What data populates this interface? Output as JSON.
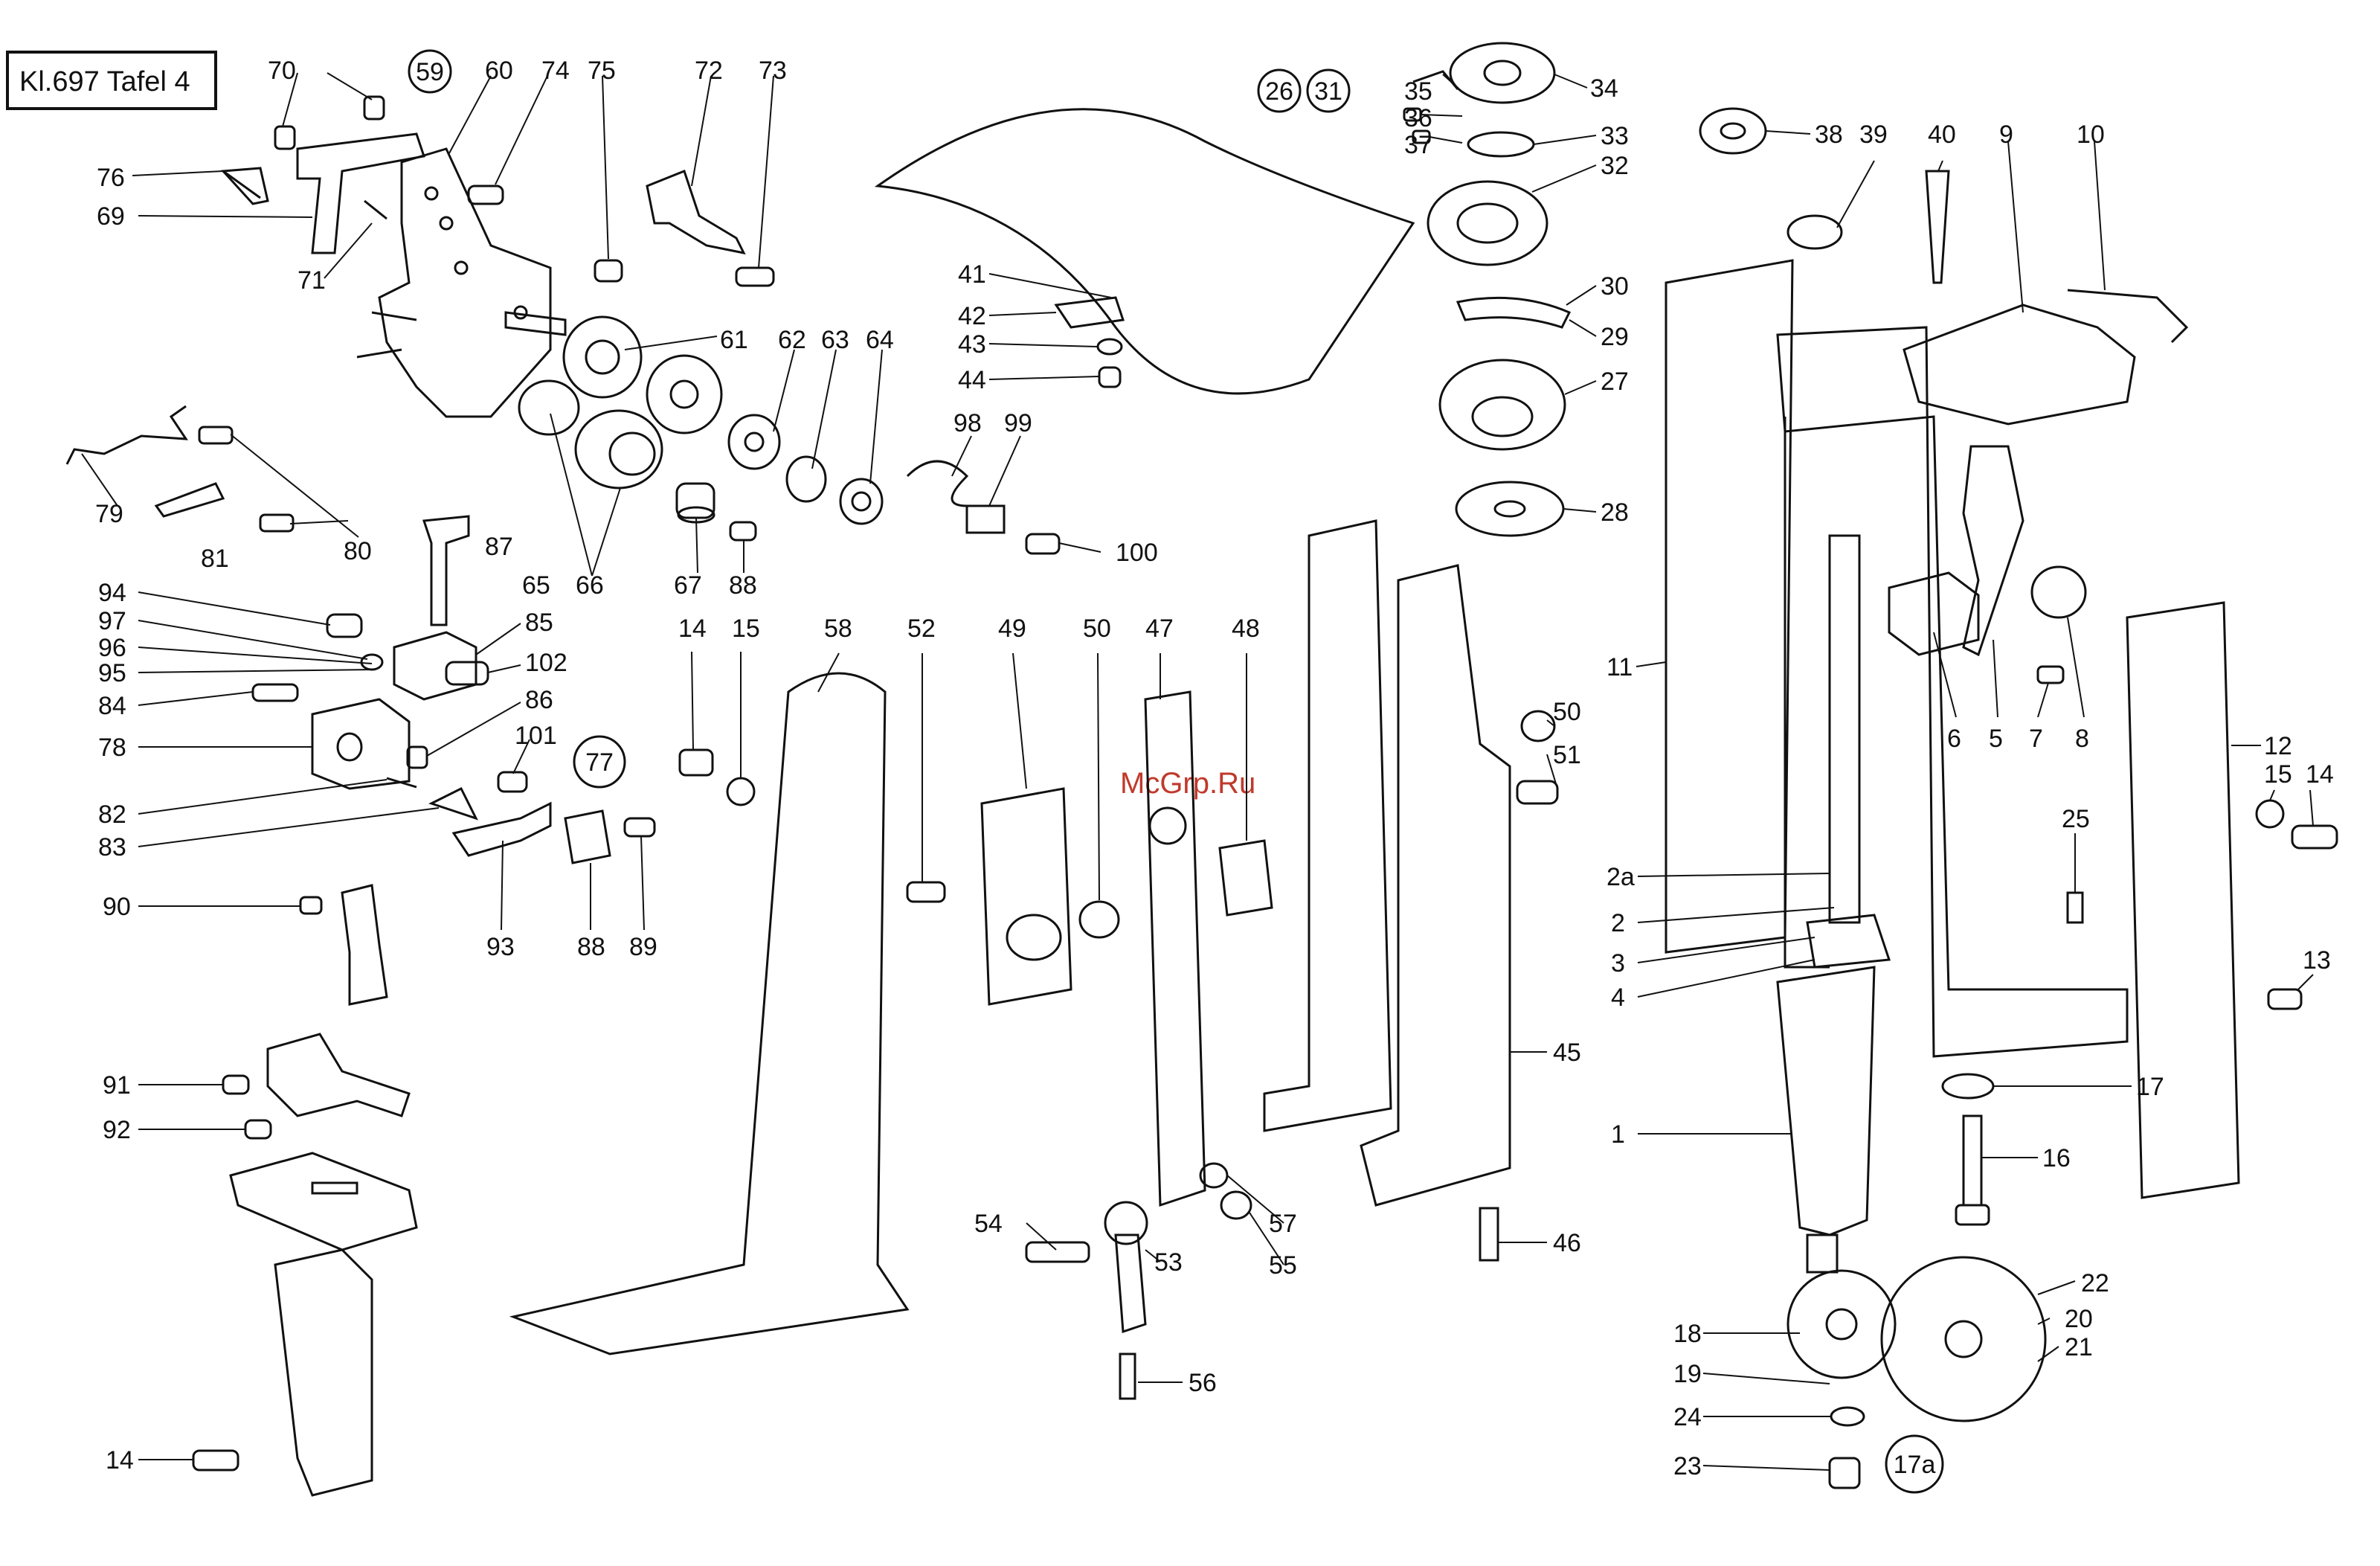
{
  "title": "Kl.697 Tafel 4",
  "watermark": "McGrp.Ru",
  "group_refs": [
    "59",
    "26",
    "31",
    "77",
    "17a"
  ],
  "parts": {
    "p1": "1",
    "p2": "2",
    "p2a": "2a",
    "p3": "3",
    "p4": "4",
    "p5": "5",
    "p6": "6",
    "p7": "7",
    "p8": "8",
    "p9": "9",
    "p10": "10",
    "p11": "11",
    "p12": "12",
    "p13": "13",
    "p14a": "14",
    "p14b": "14",
    "p14c": "14",
    "p15a": "15",
    "p15b": "15",
    "p16": "16",
    "p17": "17",
    "p18": "18",
    "p19": "19",
    "p20": "20",
    "p21": "21",
    "p22": "22",
    "p23": "23",
    "p24": "24",
    "p25": "25",
    "p27": "27",
    "p28": "28",
    "p29": "29",
    "p30": "30",
    "p32": "32",
    "p33": "33",
    "p34": "34",
    "p35": "35",
    "p36": "36",
    "p37": "37",
    "p38": "38",
    "p39": "39",
    "p40": "40",
    "p41": "41",
    "p42": "42",
    "p43": "43",
    "p44": "44",
    "p45": "45",
    "p46": "46",
    "p47": "47",
    "p48": "48",
    "p49": "49",
    "p50a": "50",
    "p50b": "50",
    "p51": "51",
    "p52": "52",
    "p53": "53",
    "p54": "54",
    "p55": "55",
    "p56": "56",
    "p57": "57",
    "p58": "58",
    "p60": "60",
    "p61": "61",
    "p62": "62",
    "p63": "63",
    "p64": "64",
    "p65": "65",
    "p66": "66",
    "p67": "67",
    "p69": "69",
    "p70": "70",
    "p71": "71",
    "p72": "72",
    "p73": "73",
    "p74": "74",
    "p75": "75",
    "p76": "76",
    "p78": "78",
    "p79": "79",
    "p80": "80",
    "p81": "81",
    "p82": "82",
    "p83": "83",
    "p84": "84",
    "p85": "85",
    "p86": "86",
    "p87": "87",
    "p88a": "88",
    "p88b": "88",
    "p89": "89",
    "p90": "90",
    "p91": "91",
    "p92": "92",
    "p93": "93",
    "p94": "94",
    "p95": "95",
    "p96": "96",
    "p97": "97",
    "p98": "98",
    "p99": "99",
    "p100": "100",
    "p101": "101",
    "p102": "102"
  }
}
